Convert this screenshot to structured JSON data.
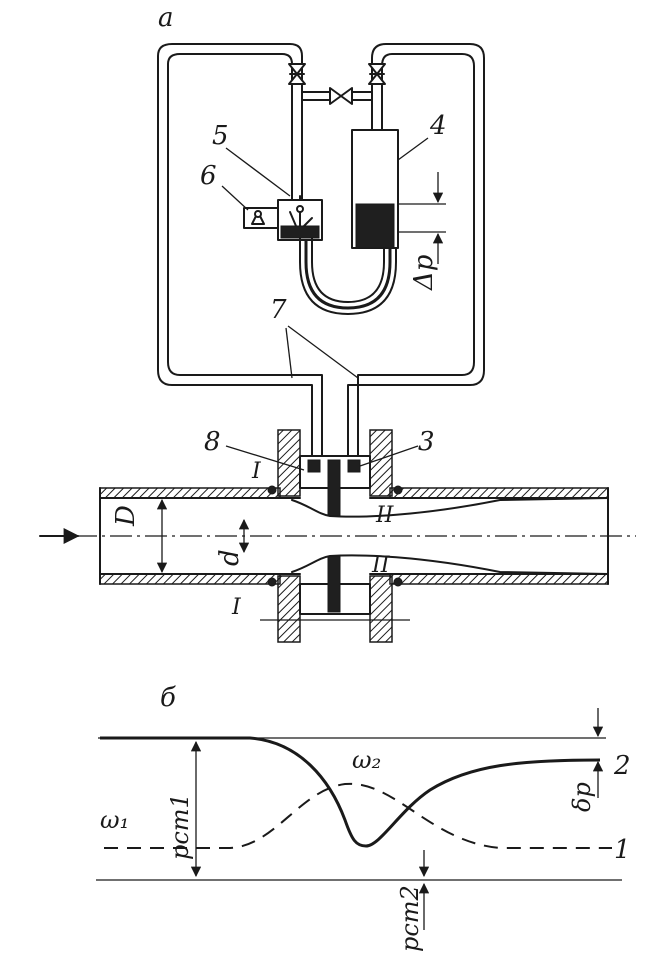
{
  "labels": {
    "panel_a": "а",
    "panel_b": "б",
    "n1": "1",
    "n2": "2",
    "n3": "3",
    "n4": "4",
    "n5": "5",
    "n6": "6",
    "n7": "7",
    "n8": "8",
    "dp_big": "Δp",
    "D": "D",
    "d": "d",
    "sec_I_top": "I",
    "sec_I_bot": "I",
    "sec_II_top": "II",
    "sec_II_bot": "II",
    "w1": "ω₁",
    "w2": "ω₂",
    "pst1": "pст1",
    "pst2": "pст2",
    "dp_small": "δp"
  }
}
